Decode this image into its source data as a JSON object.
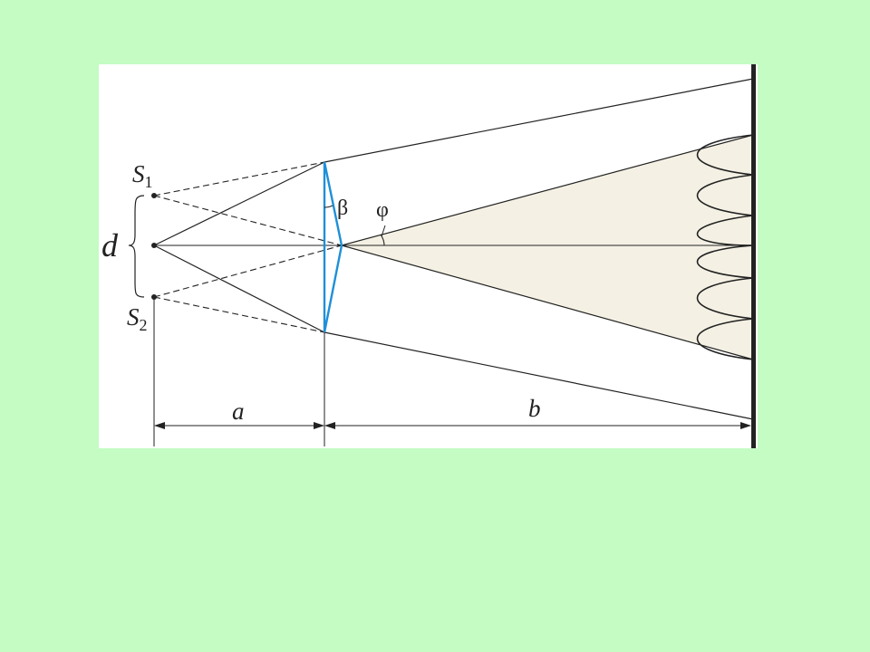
{
  "labels": {
    "source1_letter": "S",
    "source1_sub": "1",
    "source2_letter": "S",
    "source2_sub": "2",
    "separation": "d",
    "biprism_angle": "β",
    "deflection_angle": "φ",
    "source_to_prism": "a",
    "prism_to_screen": "b"
  },
  "colors": {
    "background": "#c4fcc4",
    "panel": "#ffffff",
    "prism": "#1e90d8",
    "overlap_region": "#f4f1e4",
    "lines": "#222222"
  }
}
